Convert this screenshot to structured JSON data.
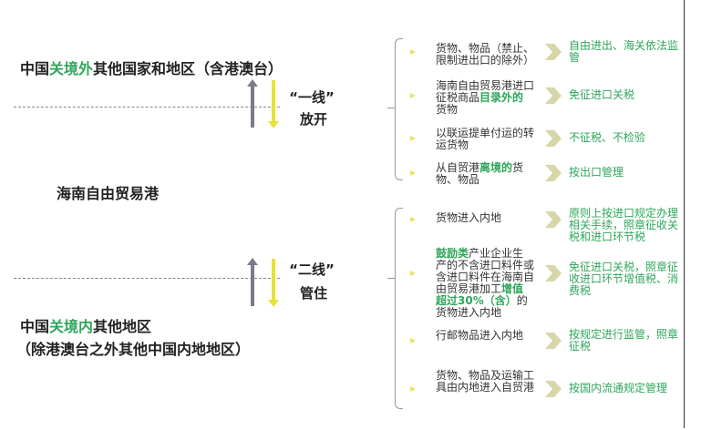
{
  "left": {
    "top_title": {
      "pre": "中国",
      "hl": "关境外",
      "post": "其他国家和地区（含港澳台）"
    },
    "first_line": {
      "name": "“一线”",
      "action": "放开"
    },
    "center_title": "海南自由贸易港",
    "second_line": {
      "name": "“二线”",
      "action": "管住"
    },
    "bottom_title": {
      "pre": "中国",
      "hl": "关境内",
      "post": "其他地区"
    },
    "bottom_subtitle": "（除港澳台之外其他中国内地地区）"
  },
  "colors": {
    "accent": "#2ea65a",
    "yellow": "#e8e23a",
    "gray": "#7a7a8a"
  },
  "first_line_items": [
    {
      "segments": [
        {
          "t": "货物、物品（禁止、限制进出口的除外）"
        }
      ],
      "result": "自由进出、海关依法监管"
    },
    {
      "segments": [
        {
          "t": "海南自由贸易港进口征税商品"
        },
        {
          "t": "目录外的",
          "hl": true
        },
        {
          "t": "货物"
        }
      ],
      "result": "免征进口关税"
    },
    {
      "segments": [
        {
          "t": "以联运提单付运的转运货物"
        }
      ],
      "result": "不征税、不检验"
    },
    {
      "segments": [
        {
          "t": "从自贸港"
        },
        {
          "t": "离境的",
          "hl": true
        },
        {
          "t": "货物、物品"
        }
      ],
      "result": "按出口管理"
    }
  ],
  "second_line_items": [
    {
      "segments": [
        {
          "t": "货物进入内地"
        }
      ],
      "result": "原则上按进口规定办理相关手续，照章征收关税和进口环节税"
    },
    {
      "segments": [
        {
          "t": "鼓励类",
          "hl": true
        },
        {
          "t": "产业企业生产的不含进口料件或含进口料件在海南自由贸易港加工"
        },
        {
          "t": "增值超过30%（含）",
          "hl": true
        },
        {
          "t": "的货物进入内地"
        }
      ],
      "result": "免征进口关税，照章征收进口环节增值税、消费税"
    },
    {
      "segments": [
        {
          "t": "行邮物品进入内地"
        }
      ],
      "result": "按规定进行监管，照章征税"
    },
    {
      "segments": [
        {
          "t": "货物、物品及运输工具由内地进入自贸港"
        }
      ],
      "result": "按国内流通规定管理"
    }
  ]
}
